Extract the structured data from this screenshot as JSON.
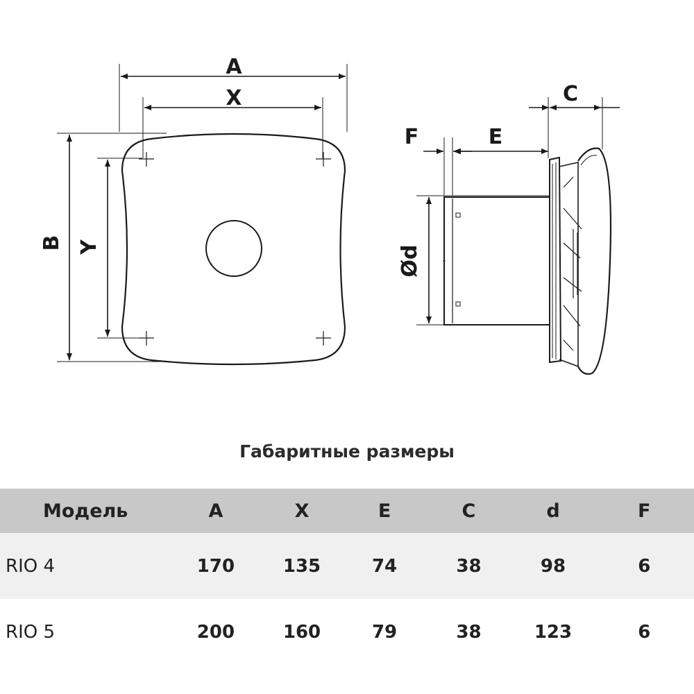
{
  "drawing": {
    "labels": {
      "A": "A",
      "X": "X",
      "B": "B",
      "Y": "Y",
      "C": "C",
      "F": "F",
      "E": "E",
      "d": "Ød"
    }
  },
  "table": {
    "title": "Габаритные размеры",
    "headers": [
      "Модель",
      "A",
      "X",
      "E",
      "C",
      "d",
      "F"
    ],
    "rows": [
      [
        "RIO 4",
        "170",
        "135",
        "74",
        "38",
        "98",
        "6"
      ],
      [
        "RIO 5",
        "200",
        "160",
        "79",
        "38",
        "123",
        "6"
      ]
    ]
  }
}
